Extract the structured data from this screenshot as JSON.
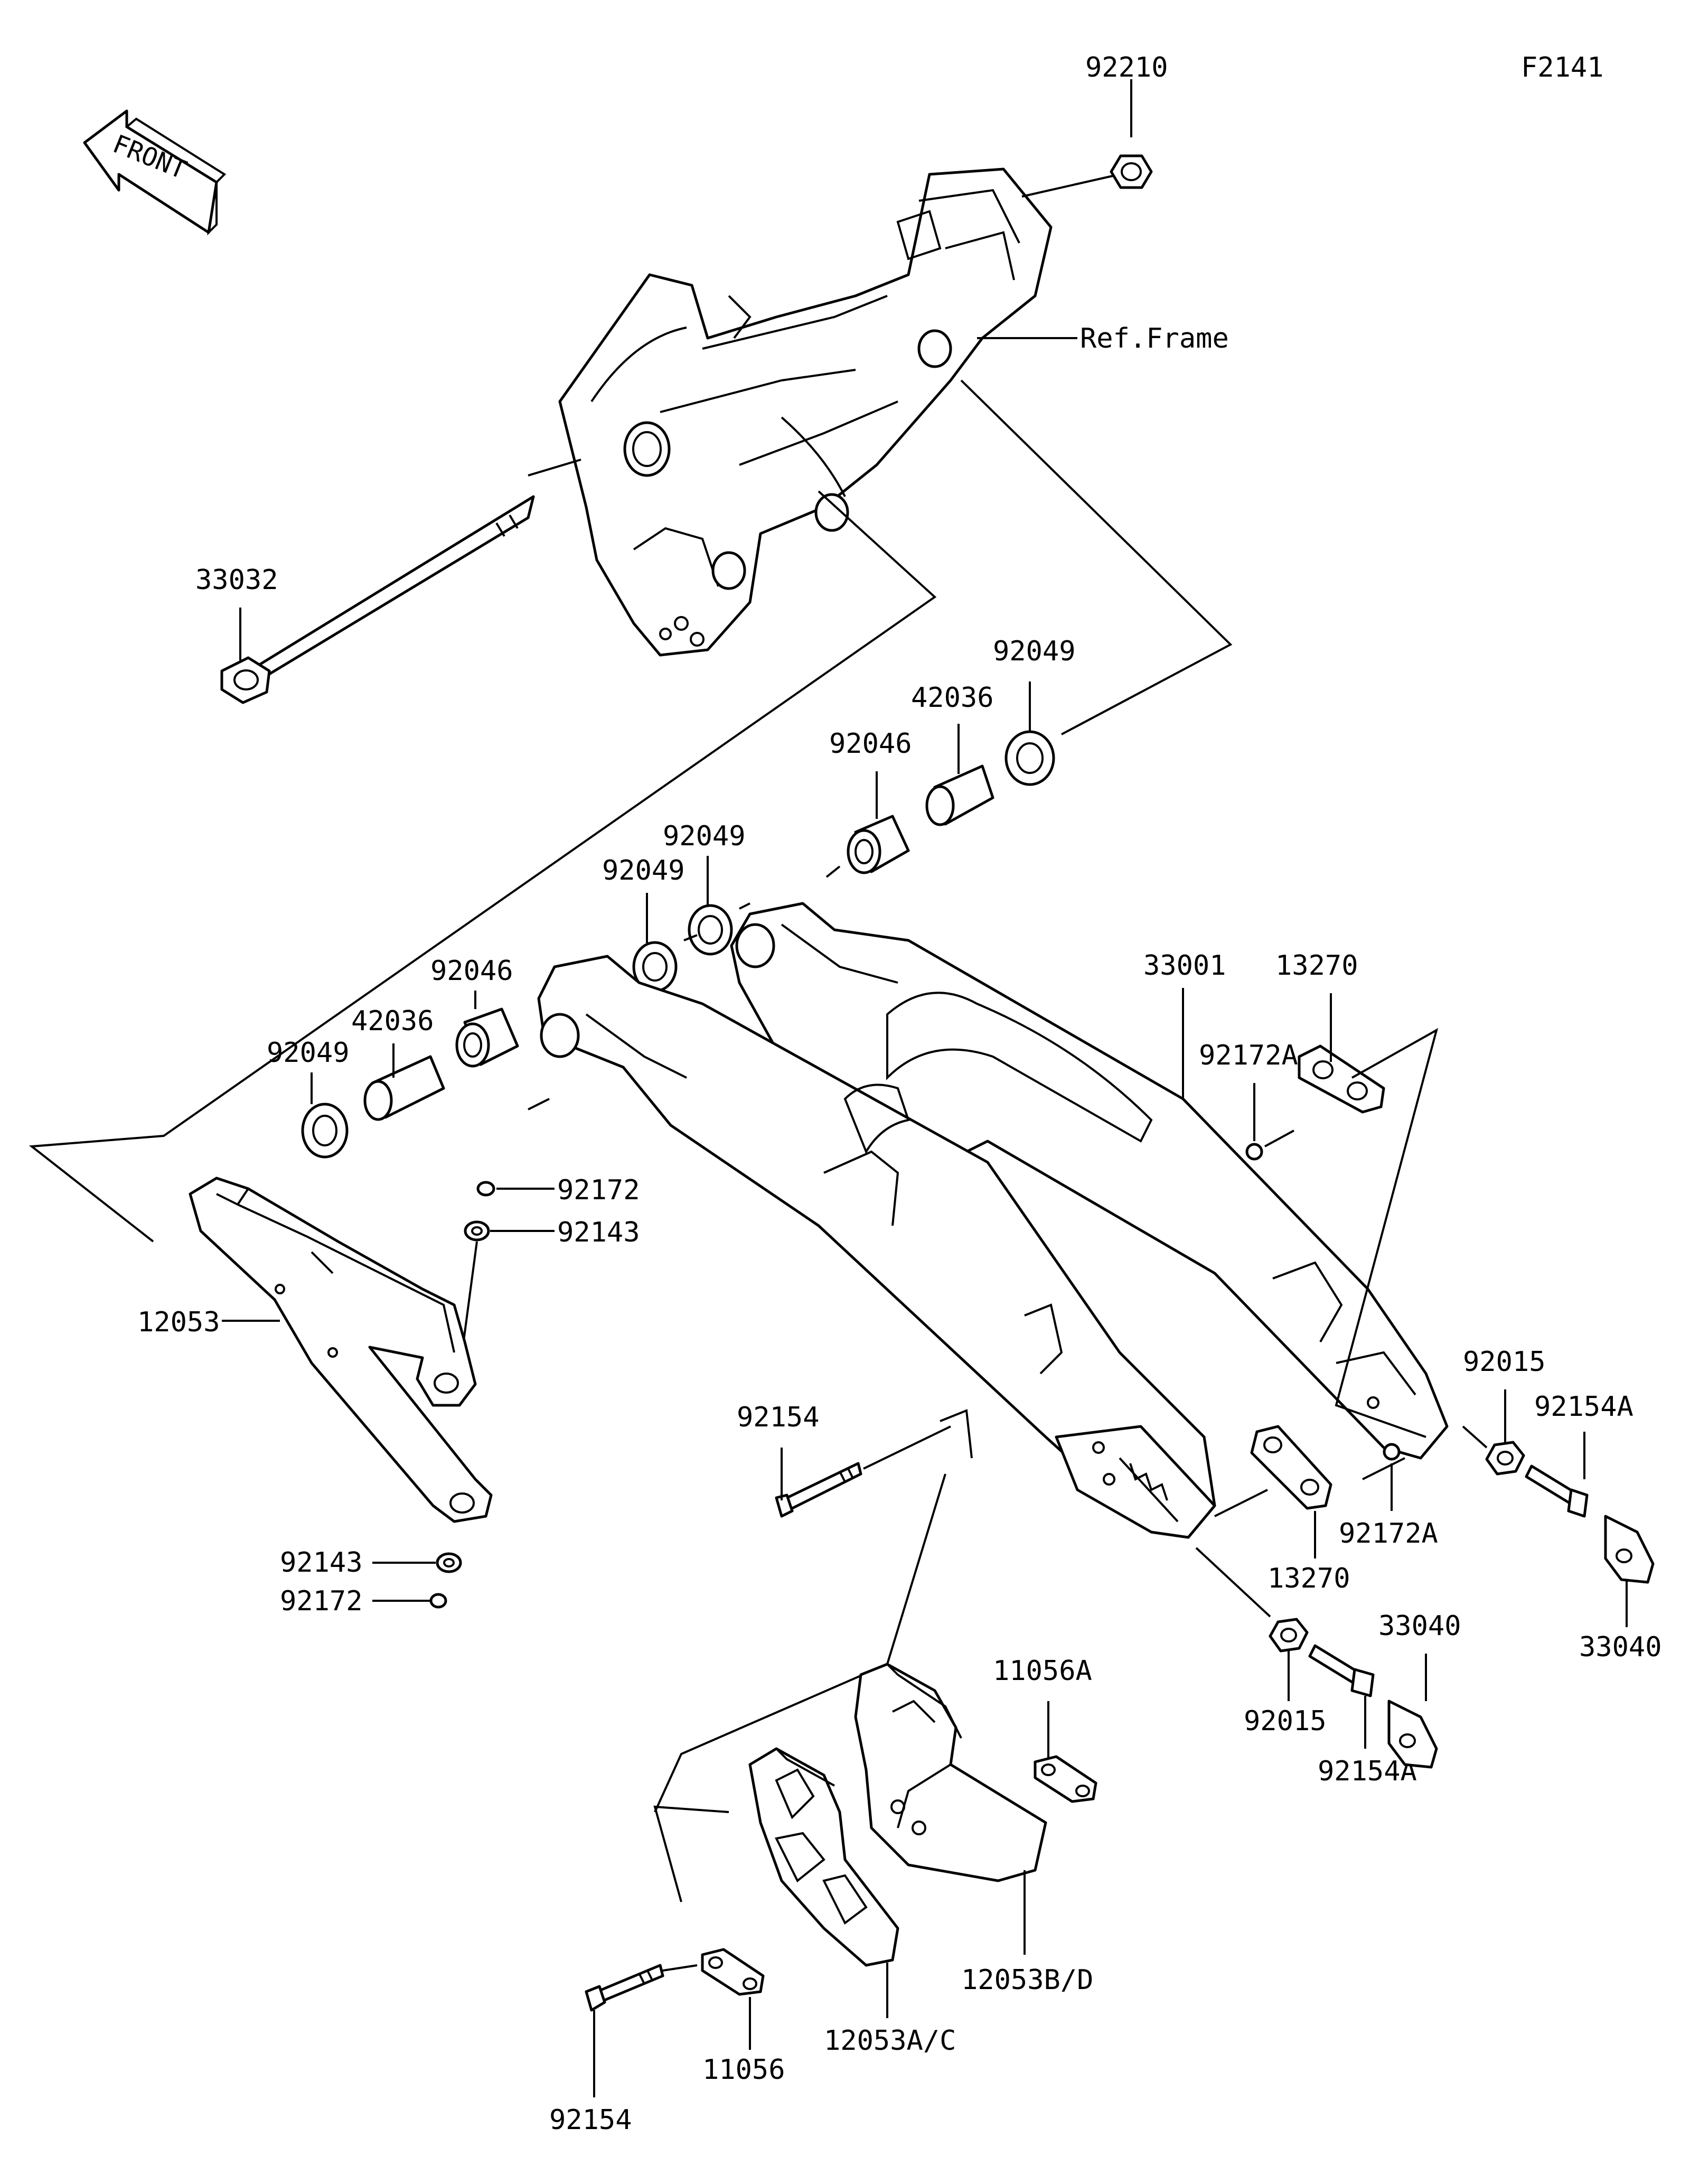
{
  "diagram_code": "F2141",
  "front_badge": "FRONT",
  "ref_label": "Ref.Frame",
  "colors": {
    "ink": "#000000",
    "paper": "#ffffff"
  },
  "callouts": {
    "c92210": "92210",
    "c33032": "33032",
    "c92049_a": "92049",
    "c42036_a": "42036",
    "c92046_a": "92046",
    "c92049_b": "92049",
    "c92049_c": "92049",
    "c92046_b": "92046",
    "c42036_b": "42036",
    "c92049_d": "92049",
    "c33001": "33001",
    "c13270_a": "13270",
    "c92172A_a": "92172A",
    "c92172_a": "92172",
    "c92143_a": "92143",
    "c12053": "12053",
    "c92015_a": "92015",
    "c92154A_a": "92154A",
    "c92154_a": "92154",
    "c92172A_b": "92172A",
    "c13270_b": "13270",
    "c33040_a": "33040",
    "c92143_b": "92143",
    "c92172_b": "92172",
    "c33040_b": "33040",
    "c11056A": "11056A",
    "c92015_b": "92015",
    "c92154A_b": "92154A",
    "c12053BD": "12053B/D",
    "c12053AC": "12053A/C",
    "c11056": "11056",
    "c92154_b": "92154"
  }
}
